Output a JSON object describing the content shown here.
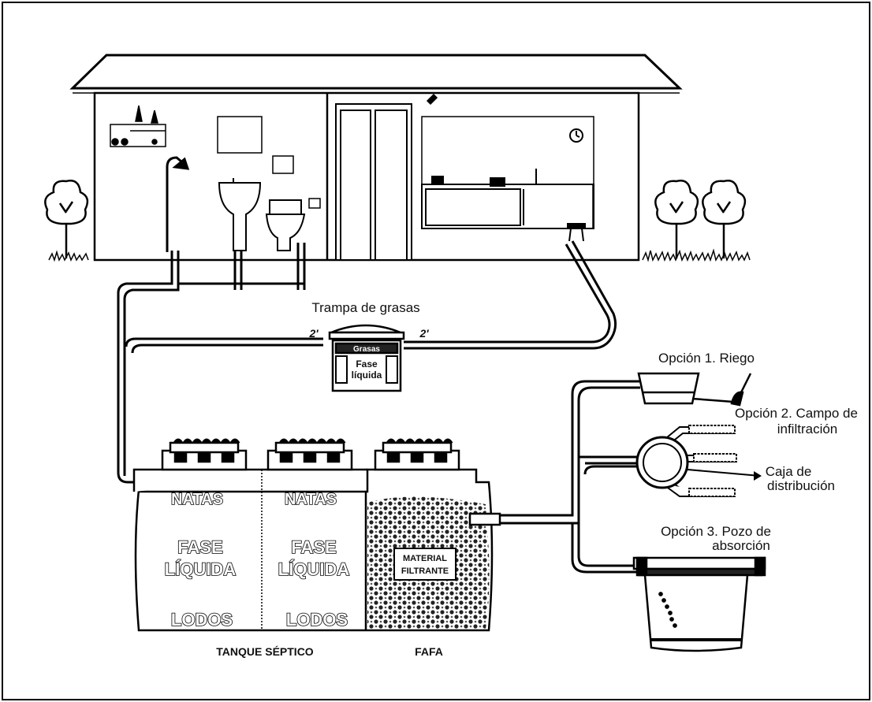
{
  "labels": {
    "grease_trap_title": "Trampa de grasas",
    "pipe_size_left": "2'",
    "pipe_size_right": "2'",
    "grease_layer": "Grasas",
    "liquid_phase_small_line1": "Fase",
    "liquid_phase_small_line2": "líquida",
    "option1": "Opción 1. Riego",
    "option2_line1": "Opción 2. Campo de",
    "option2_line2": "infiltración",
    "dist_box_line1": "Caja de",
    "dist_box_line2": "distribución",
    "option3_line1": "Opción 3. Pozo de",
    "option3_line2": "absorción",
    "tank": {
      "scum": "NATAS",
      "liquid_line1": "FASE",
      "liquid_line2": "LÍQUIDA",
      "sludge": "LODOS",
      "filter_line1": "MATERIAL",
      "filter_line2": "FILTRANTE",
      "septic_caption": "TANQUE SÉPTICO",
      "fafa_caption": "FAFA"
    }
  },
  "icons": [
    "tree-icon",
    "shower-icon",
    "sink-icon",
    "toilet-icon",
    "clock-icon",
    "stove-icon",
    "stool-icon",
    "sprinkler-icon",
    "faucet-icon"
  ]
}
